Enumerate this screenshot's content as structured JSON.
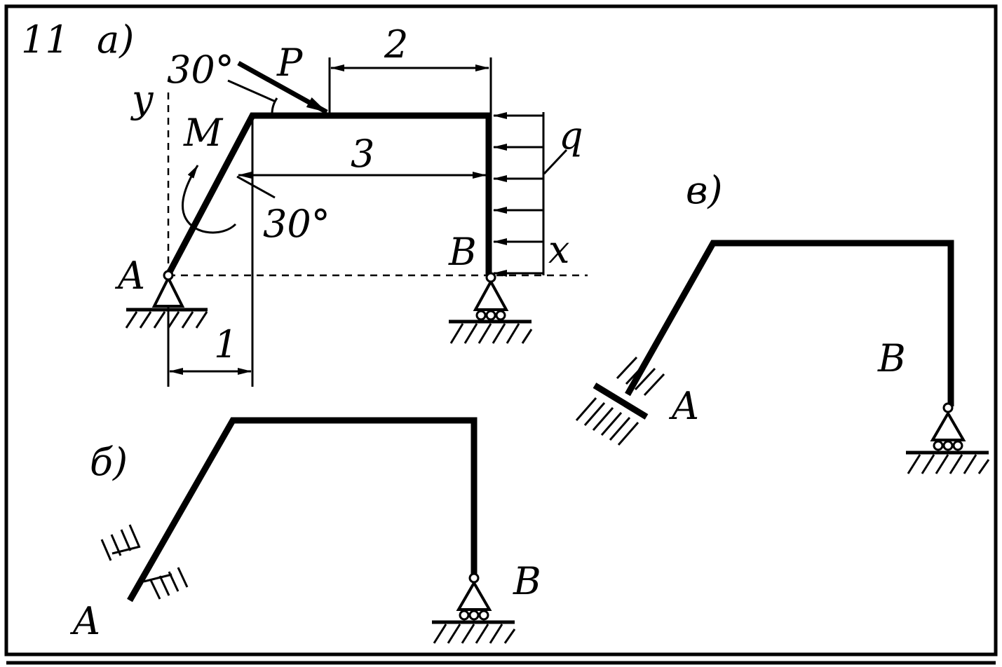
{
  "problem_number": "11",
  "panels": {
    "a": {
      "label": "a)",
      "point_a": "A",
      "point_b": "B",
      "moment": "M",
      "force": "P",
      "distributed_load": "q",
      "axis_x": "x",
      "axis_y": "y",
      "angle_force": "30°",
      "angle_member": "30°",
      "dim_top": "2",
      "dim_middle": "3",
      "dim_bottom": "1"
    },
    "b": {
      "label": "б)",
      "point_a": "A",
      "point_b": "B"
    },
    "v": {
      "label": "в)",
      "point_a": "A",
      "point_b": "B"
    }
  }
}
